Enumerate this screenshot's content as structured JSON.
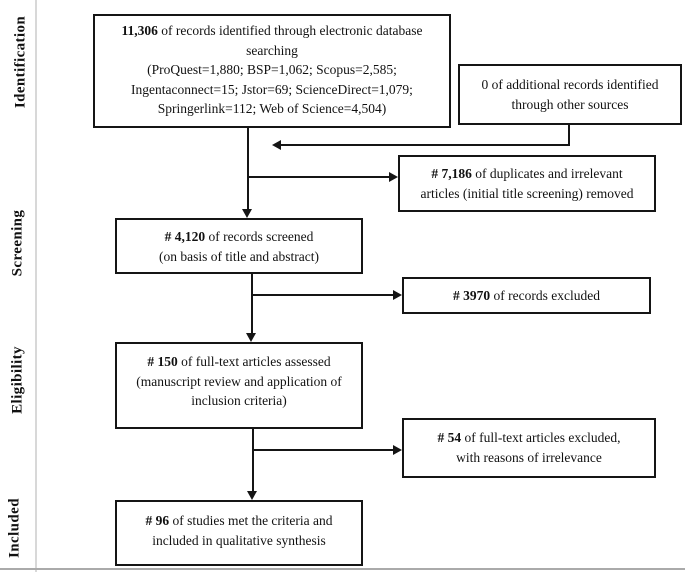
{
  "sidebar": {
    "stages": [
      {
        "label": "Identification"
      },
      {
        "label": "Screening"
      },
      {
        "label": "Eligibility"
      },
      {
        "label": "Included"
      }
    ]
  },
  "boxes": {
    "identified": {
      "lead_bold": "11,306",
      "lead_rest": " of records identified through electronic database searching",
      "detail": "(ProQuest=1,880; BSP=1,062; Scopus=2,585; Ingentaconnect=15; Jstor=69; ScienceDirect=1,079; Springerlink=112; Web of Science=4,504)"
    },
    "other_sources": {
      "line1": "0 of additional records identified",
      "line2": "through other sources"
    },
    "duplicates_removed": {
      "bold": "# 7,186",
      "rest": " of duplicates and irrelevant",
      "detail": "articles (initial title screening) removed"
    },
    "records_screened": {
      "bold": "# 4,120",
      "rest": " of records screened",
      "detail": "(on basis of title and abstract)"
    },
    "records_excluded": {
      "bold": "# 3970",
      "rest": " of records excluded"
    },
    "fulltext_assessed": {
      "bold": "# 150",
      "rest": " of full-text articles assessed",
      "detail": "(manuscript review and application of inclusion criteria)"
    },
    "fulltext_excluded": {
      "bold": "# 54",
      "rest": " of full-text articles excluded,",
      "detail": "with reasons of irrelevance"
    },
    "included_studies": {
      "bold": "# 96",
      "rest": " of studies met the criteria and",
      "detail": "included in qualitative synthesis"
    }
  },
  "colors": {
    "background": "#ffffff",
    "box_border": "#151515",
    "text": "#111111",
    "sidebar_divider": "#d8d8d8",
    "bottom_rule": "#aaaaaa"
  }
}
